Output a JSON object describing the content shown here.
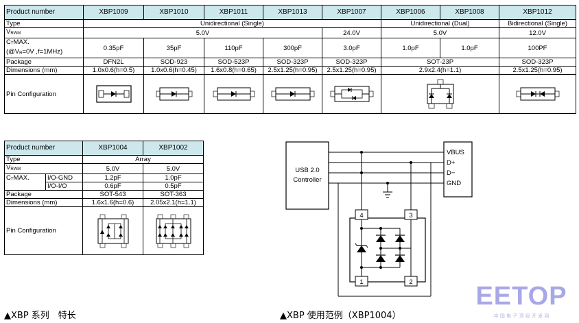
{
  "table1": {
    "product_label": "Product number",
    "products": [
      "XBP1009",
      "XBP1010",
      "XBP1011",
      "XBP1013",
      "XBP1007",
      "XBP1006",
      "XBP1008",
      "XBP1012"
    ],
    "type_label": "Type",
    "type_uni_single": "Unidirectional (Single)",
    "type_uni_dual": "Unidirectional (Dual)",
    "type_bidir_single": "Bidirectional (Single)",
    "vrwm_label": "V",
    "vrwm_sub": "RWM",
    "vrwm_5a": "5.0V",
    "vrwm_24": "24.0V",
    "vrwm_5b": "5.0V",
    "vrwm_12": "12.0V",
    "ctmax_label_a": "C",
    "ctmax_sub": "T",
    "ctmax_label_b": "MAX.",
    "ctmax_cond_a": "(@V",
    "ctmax_cond_sub": "R",
    "ctmax_cond_b": "=0V ,f=1MHz)",
    "capacitance": [
      "0.35pF",
      "35pF",
      "110pF",
      "300pF",
      "3.0pF",
      "1.0pF",
      "1.0pF",
      "100PF"
    ],
    "package_label": "Package",
    "packages": [
      "DFN2L",
      "SOD-923",
      "SOD-523P",
      "SOD-323P",
      "SOD-323P",
      "SOT-23P",
      "SOD-323P"
    ],
    "dimensions_label": "Dimensions (mm)",
    "dimensions": [
      "1.0x0.6(h=0.5)",
      "1.0x0.6(h=0.45)",
      "1.6x0.8(h=0.65)",
      "2.5x1.25(h=0.95)",
      "2.5x1.25(h=0.95)",
      "2.9x2.4(h=1.1)",
      "2.5x1.25(h=0.95)"
    ],
    "pin_label": "Pin Configuration"
  },
  "table2": {
    "product_label": "Product number",
    "products": [
      "XBP1004",
      "XBP1002"
    ],
    "type_label": "Type",
    "type_value": "Array",
    "vrwm_label": "V",
    "vrwm_sub": "RWM",
    "vrwm_values": [
      "5.0V",
      "5.0V"
    ],
    "ctmax_label_a": "C",
    "ctmax_sub": "T",
    "ctmax_label_b": "MAX.",
    "io_gnd_label": "I/O-GND",
    "io_gnd_values": [
      "1.2pF",
      "1.0pF"
    ],
    "io_io_label": "I/O-I/O",
    "io_io_values": [
      "0.6pF",
      "0.5pF"
    ],
    "package_label": "Package",
    "packages": [
      "SOT-543",
      "SOT-363"
    ],
    "dimensions_label": "Dimensions (mm)",
    "dimensions": [
      "1.6x1.6(h=0.6)",
      "2.05x2.1(h=1.1)"
    ],
    "pin_label": "Pin Configuration"
  },
  "diagram": {
    "usb_box": "USB 2.0\nController",
    "usb_line1": "USB 2.0",
    "usb_line2": "Controller",
    "signals": [
      "VBUS",
      "D+",
      "D−",
      "GND"
    ],
    "pins": [
      "4",
      "3",
      "1",
      "2"
    ]
  },
  "captions": {
    "left": "▲XBP 系列　特长",
    "right": "▲XBP 使用范例（XBP1004）"
  },
  "logo": {
    "text": "EETOP",
    "tagline": "中 国 电 子 顶 级 开 发 网"
  },
  "colors": {
    "header_bg": "#cde8ec",
    "logo_blue": "#a8a8e8"
  }
}
